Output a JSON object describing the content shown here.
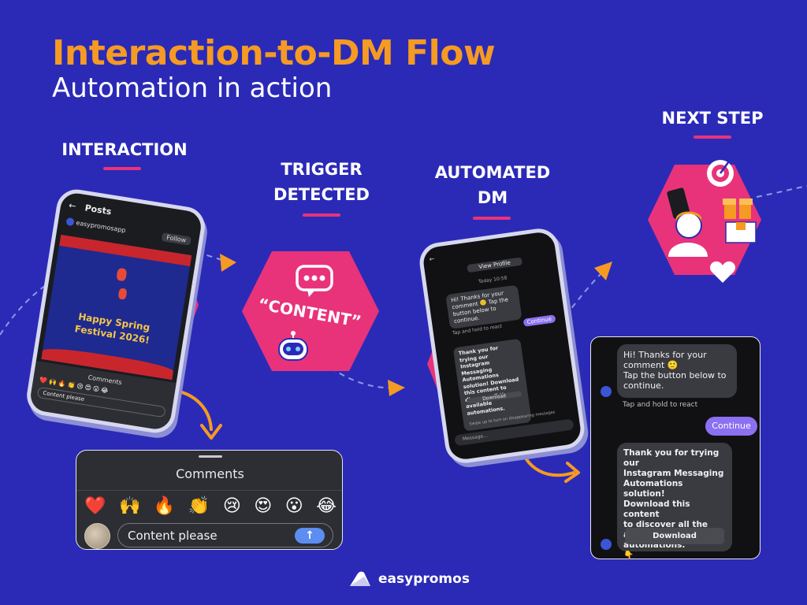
{
  "header": {
    "title": "Interaction-to-DM Flow",
    "subtitle": "Automation in action"
  },
  "steps": {
    "interaction": "INTERACTION",
    "trigger_line1": "TRIGGER",
    "trigger_line2": "DETECTED",
    "automated_line1": "AUTOMATED",
    "automated_line2": "DM",
    "next_step": "NEXT STEP"
  },
  "trigger": {
    "keyword": "“CONTENT”"
  },
  "phone1": {
    "header": "Posts",
    "account": "easypromosapp",
    "follow": "Follow",
    "poster_line1": "Happy Spring",
    "poster_line2": "Festival 2026!",
    "comments": "Comments",
    "input": "Content please"
  },
  "phone2": {
    "view_profile": "View Profile",
    "time": "Today 10:58",
    "msg1": "Hi! Thanks for your comment 🙂 Tap the button below to continue.",
    "tap_hold": "Tap and hold to react",
    "continue": "Continue",
    "msg2": "Thank you for trying our Instagram Messaging Automations solution! Download this content to discover all the available automations.",
    "download": "Download",
    "swipe": "Swipe up to turn on disappearing messages",
    "message_placeholder": "Message..."
  },
  "comments_panel": {
    "title": "Comments",
    "emojis": [
      "❤️",
      "🙌",
      "🔥",
      "👏",
      "😢",
      "😍",
      "😮",
      "😂"
    ],
    "input_text": "Content please",
    "send_icon": "↑"
  },
  "dm_panel": {
    "msg1_line1": "Hi! Thanks for your",
    "msg1_line2": "comment 🙂",
    "msg1_line3": "Tap the button below to",
    "msg1_line4": "continue.",
    "tap_hold": "Tap and hold to react",
    "continue": "Continue",
    "msg2_line1": "Thank you for trying our",
    "msg2_line2": "Instagram Messaging",
    "msg2_line3": "Automations solution!",
    "msg2_line4": "Download this content",
    "msg2_line5": "to discover all the",
    "msg2_line6": "available automations.",
    "msg2_line7": "👇",
    "download": "Download"
  },
  "brand": {
    "name": "easypromos"
  },
  "colors": {
    "background": "#2b2ab7",
    "accent_orange": "#f59a23",
    "accent_pink": "#e8337a",
    "continue_purple": "#8b70f2"
  }
}
